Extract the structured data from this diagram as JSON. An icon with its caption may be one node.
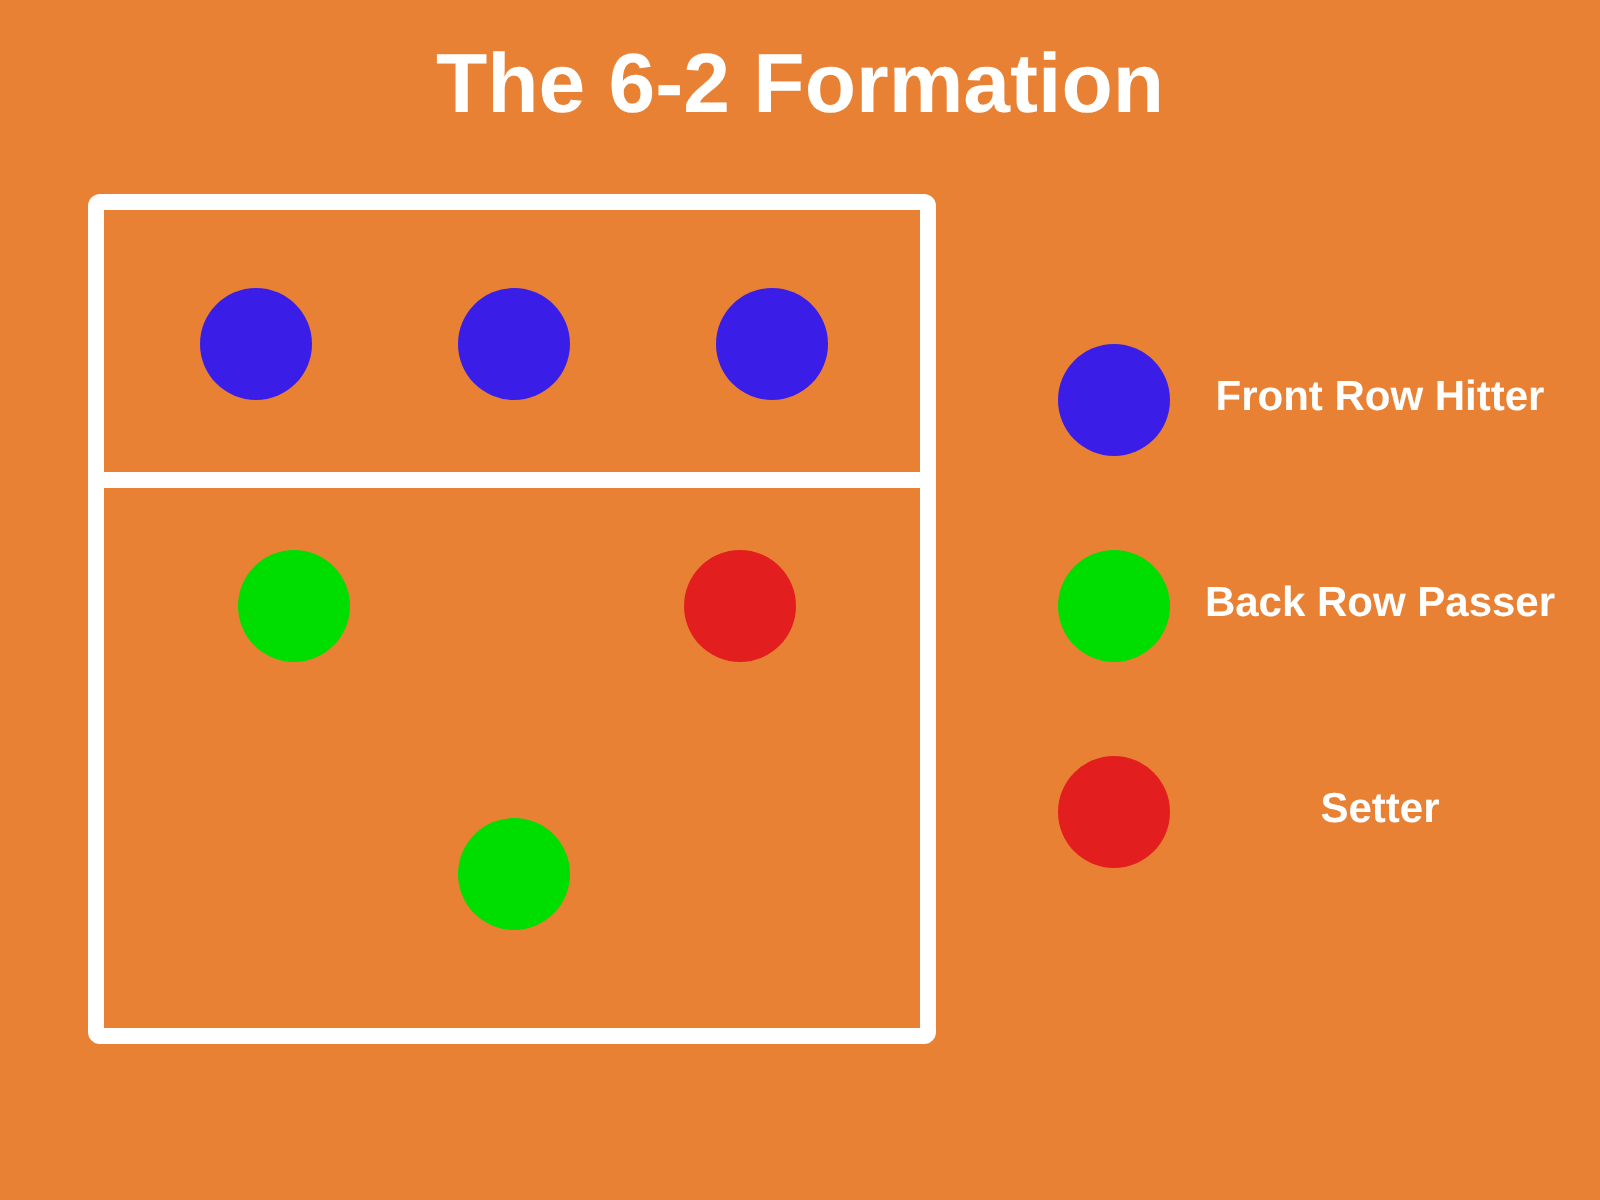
{
  "diagram": {
    "title": "The 6-2 Formation",
    "nodes": [
      {
        "text": [],
        "shape": "box"
      },
      {
        "text": [],
        "shape": "box"
      },
      {
        "text": [],
        "shape": "circle",
        "in": 0
      },
      {
        "text": [],
        "shape": "circle",
        "in": 0
      },
      {
        "text": [],
        "shape": "circle",
        "in": 0
      },
      {
        "text": [],
        "shape": "circle",
        "in": 1
      },
      {
        "text": [],
        "shape": "circle",
        "in": 1
      },
      {
        "text": [],
        "shape": "circle",
        "in": 1
      }
    ],
    "legend": [
      {
        "text": "Front Row Hitter",
        "color": "#3a1de6"
      },
      {
        "text": "Back Row Passer",
        "color": "#00dd00"
      },
      {
        "text": "Setter",
        "color": "#e21e1e"
      }
    ]
  }
}
